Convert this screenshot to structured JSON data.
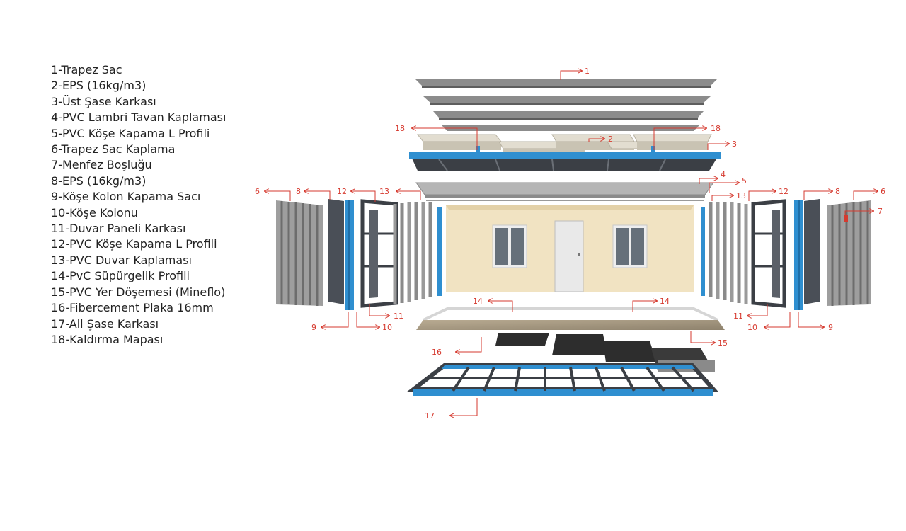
{
  "legend": [
    "1-Trapez Sac",
    "2-EPS (16kg/m3)",
    "3-Üst Şase Karkası",
    "4-PVC Lambri Tavan Kaplaması",
    "5-PVC Köşe Kapama L Profili",
    "6-Trapez Sac Kaplama",
    "7-Menfez Boşluğu",
    "8-EPS (16kg/m3)",
    "9-Köşe Kolon Kapama Sacı",
    "10-Köşe Kolonu",
    "11-Duvar Paneli Karkası",
    "12-PVC Köşe Kapama L Profili",
    "13-PVC Duvar Kaplaması",
    "14-PvC Süpürgelik Profili",
    "15-PVC Yer Döşemesi (Mineflo)",
    "16-Fibercement Plaka 16mm",
    "17-All Şase Karkası",
    "18-Kaldırma Mapası"
  ],
  "callouts": {
    "c1": "1",
    "c2": "2",
    "c3": "3",
    "c4": "4",
    "c5": "5",
    "c18a": "18",
    "c18b": "18",
    "c6l": "6",
    "c8l": "8",
    "c12l": "12",
    "c13l": "13",
    "c13r": "13",
    "c12r": "12",
    "c8r": "8",
    "c6r": "6",
    "c7": "7",
    "c9l": "9",
    "c10l": "10",
    "c11l": "11",
    "c11r": "11",
    "c10r": "10",
    "c9r": "9",
    "c14a": "14",
    "c14b": "14",
    "c15": "15",
    "c16": "16",
    "c17": "17"
  },
  "colors": {
    "callout": "#d63a2f",
    "steel_blue": "#2f8fd0",
    "dark_frame": "#3b3f45",
    "panel_grey": "#7d7d7d",
    "eps": "#d9d4c6",
    "interior_wall": "#f1e3c2",
    "floor": "#a89a83",
    "fibercement": "#2d2d2d"
  }
}
